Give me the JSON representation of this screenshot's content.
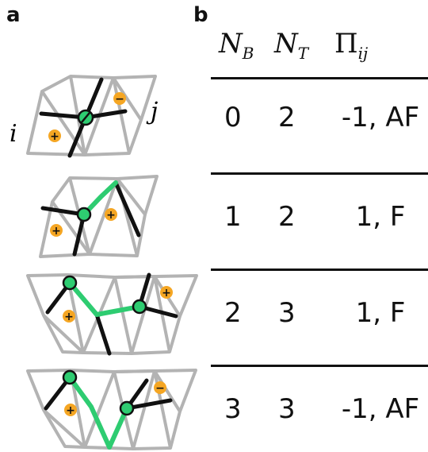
{
  "panel_a": {
    "label": "a",
    "site_i": "i",
    "site_j": "j"
  },
  "panel_b": {
    "label": "b",
    "headers": {
      "nb": "N",
      "nb_sub": "B",
      "nt": "N",
      "nt_sub": "T",
      "pi": "Π",
      "pi_sub": "ij"
    },
    "rows": [
      {
        "nb": "0",
        "nt": "2",
        "pi": "-1, AF"
      },
      {
        "nb": "1",
        "nt": "2",
        "pi": "1, F"
      },
      {
        "nb": "2",
        "nt": "3",
        "pi": "1, F"
      },
      {
        "nb": "3",
        "nt": "3",
        "pi": "-1, AF"
      }
    ]
  },
  "colors": {
    "triangle_edge": "#b3b3b3",
    "bond": "#111111",
    "path": "#2ecc71",
    "node": "#2ecc71",
    "charge": "#f5a623"
  },
  "charges": {
    "plus": "+",
    "minus": "−"
  }
}
